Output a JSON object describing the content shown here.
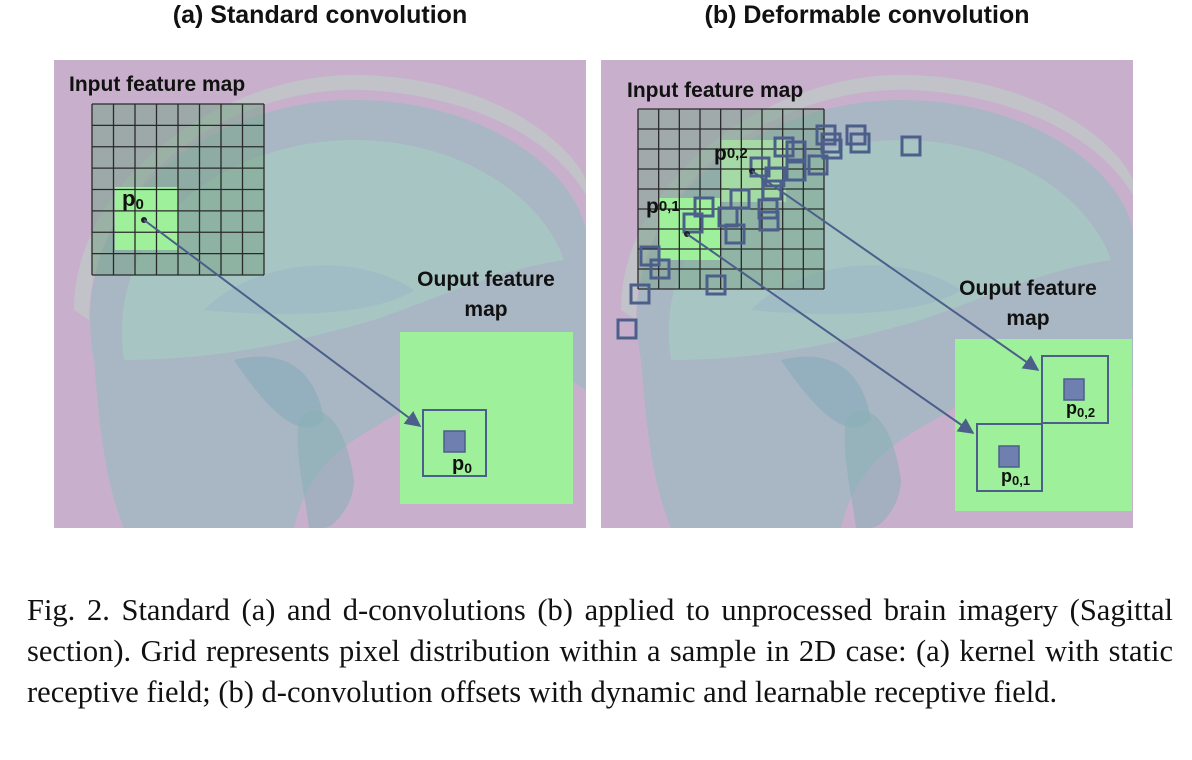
{
  "panel_a": {
    "title": "(a) Standard convolution",
    "input_label": "Input feature map",
    "output_label_line1": "Ouput feature",
    "output_label_line2": "map",
    "point_label": "p",
    "point_subscript": "0"
  },
  "panel_b": {
    "title": "(b) Deformable convolution",
    "input_label": "Input feature map",
    "output_label_line1": "Ouput feature",
    "output_label_line2": "map",
    "point_label": "p",
    "point1_subscript": "0,1",
    "point2_subscript": "0,2"
  },
  "caption": "Fig. 2.  Standard (a) and d-convolutions (b) applied to unprocessed brain imagery (Sagittal section). Grid represents pixel distribution within a sample in 2D case: (a) kernel with static receptive field; (b) d-convolution offsets with dynamic and learnable receptive field.",
  "colors": {
    "background_tint": "#c8b0cc",
    "highlight_green": "#9ef09a",
    "grid_line": "#2a2a2a",
    "box_stroke": "#4c5f8a",
    "marker_fill": "#6f7fb0"
  }
}
